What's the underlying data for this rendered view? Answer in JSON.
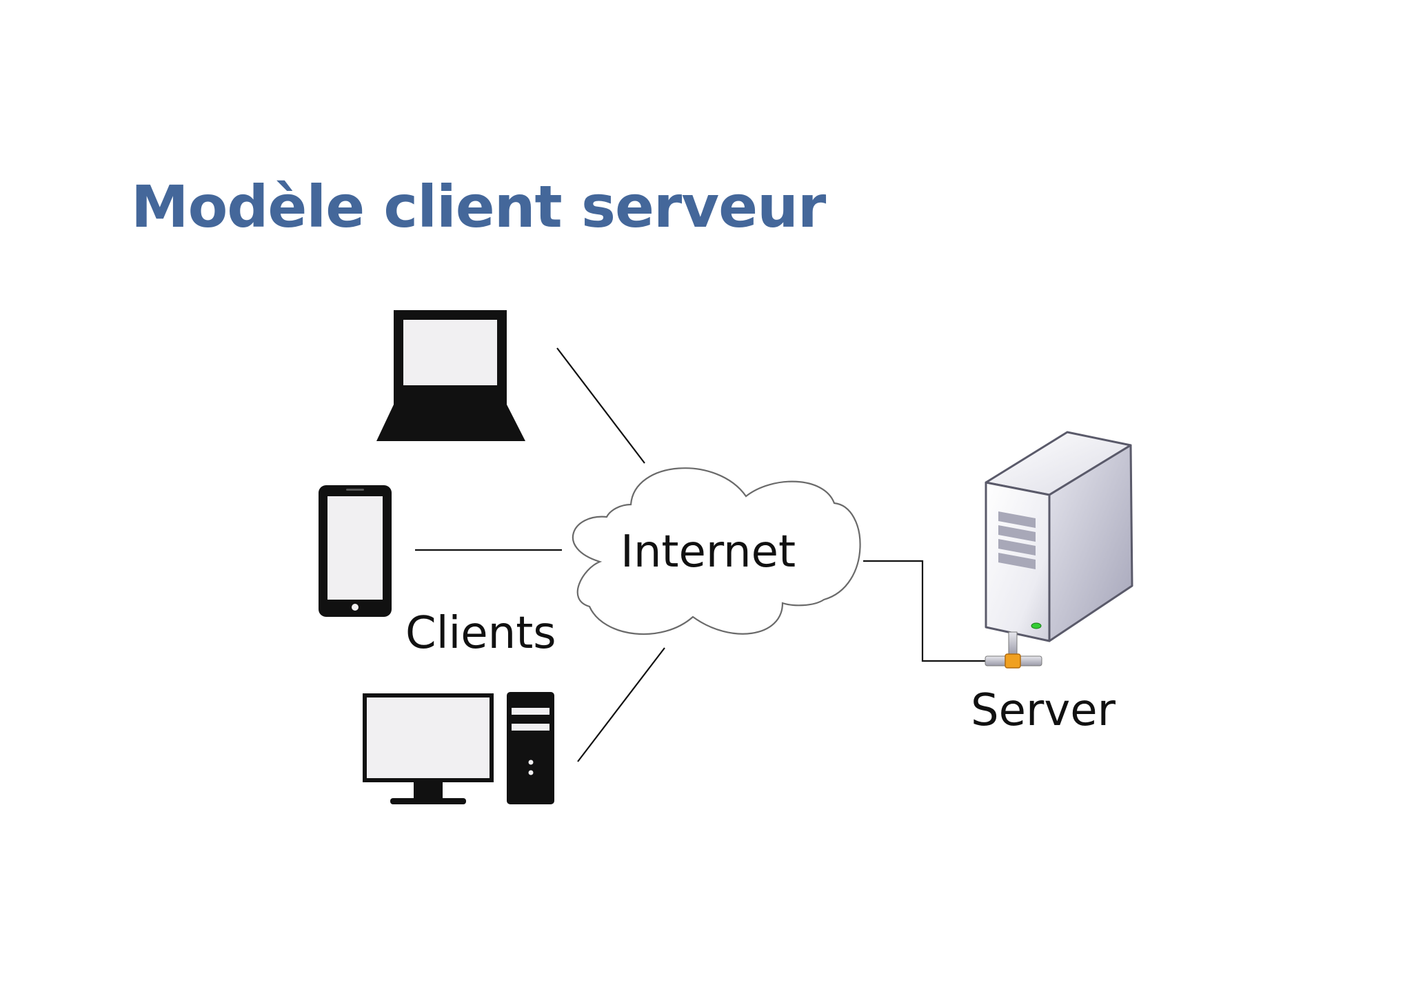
{
  "title": "Modèle client serveur",
  "labels": {
    "internet": "Internet",
    "clients": "Clients",
    "server": "Server"
  },
  "icons": {
    "laptop": "laptop-icon",
    "phone": "smartphone-icon",
    "desktop": "desktop-computer-icon",
    "cloud": "cloud-icon",
    "server": "server-tower-icon"
  },
  "colors": {
    "title": "#44679a",
    "background": "#ffffff",
    "device": "#111111",
    "screen": "#f1f0f2",
    "led": "#33cc33",
    "connector": "#f0a020"
  }
}
